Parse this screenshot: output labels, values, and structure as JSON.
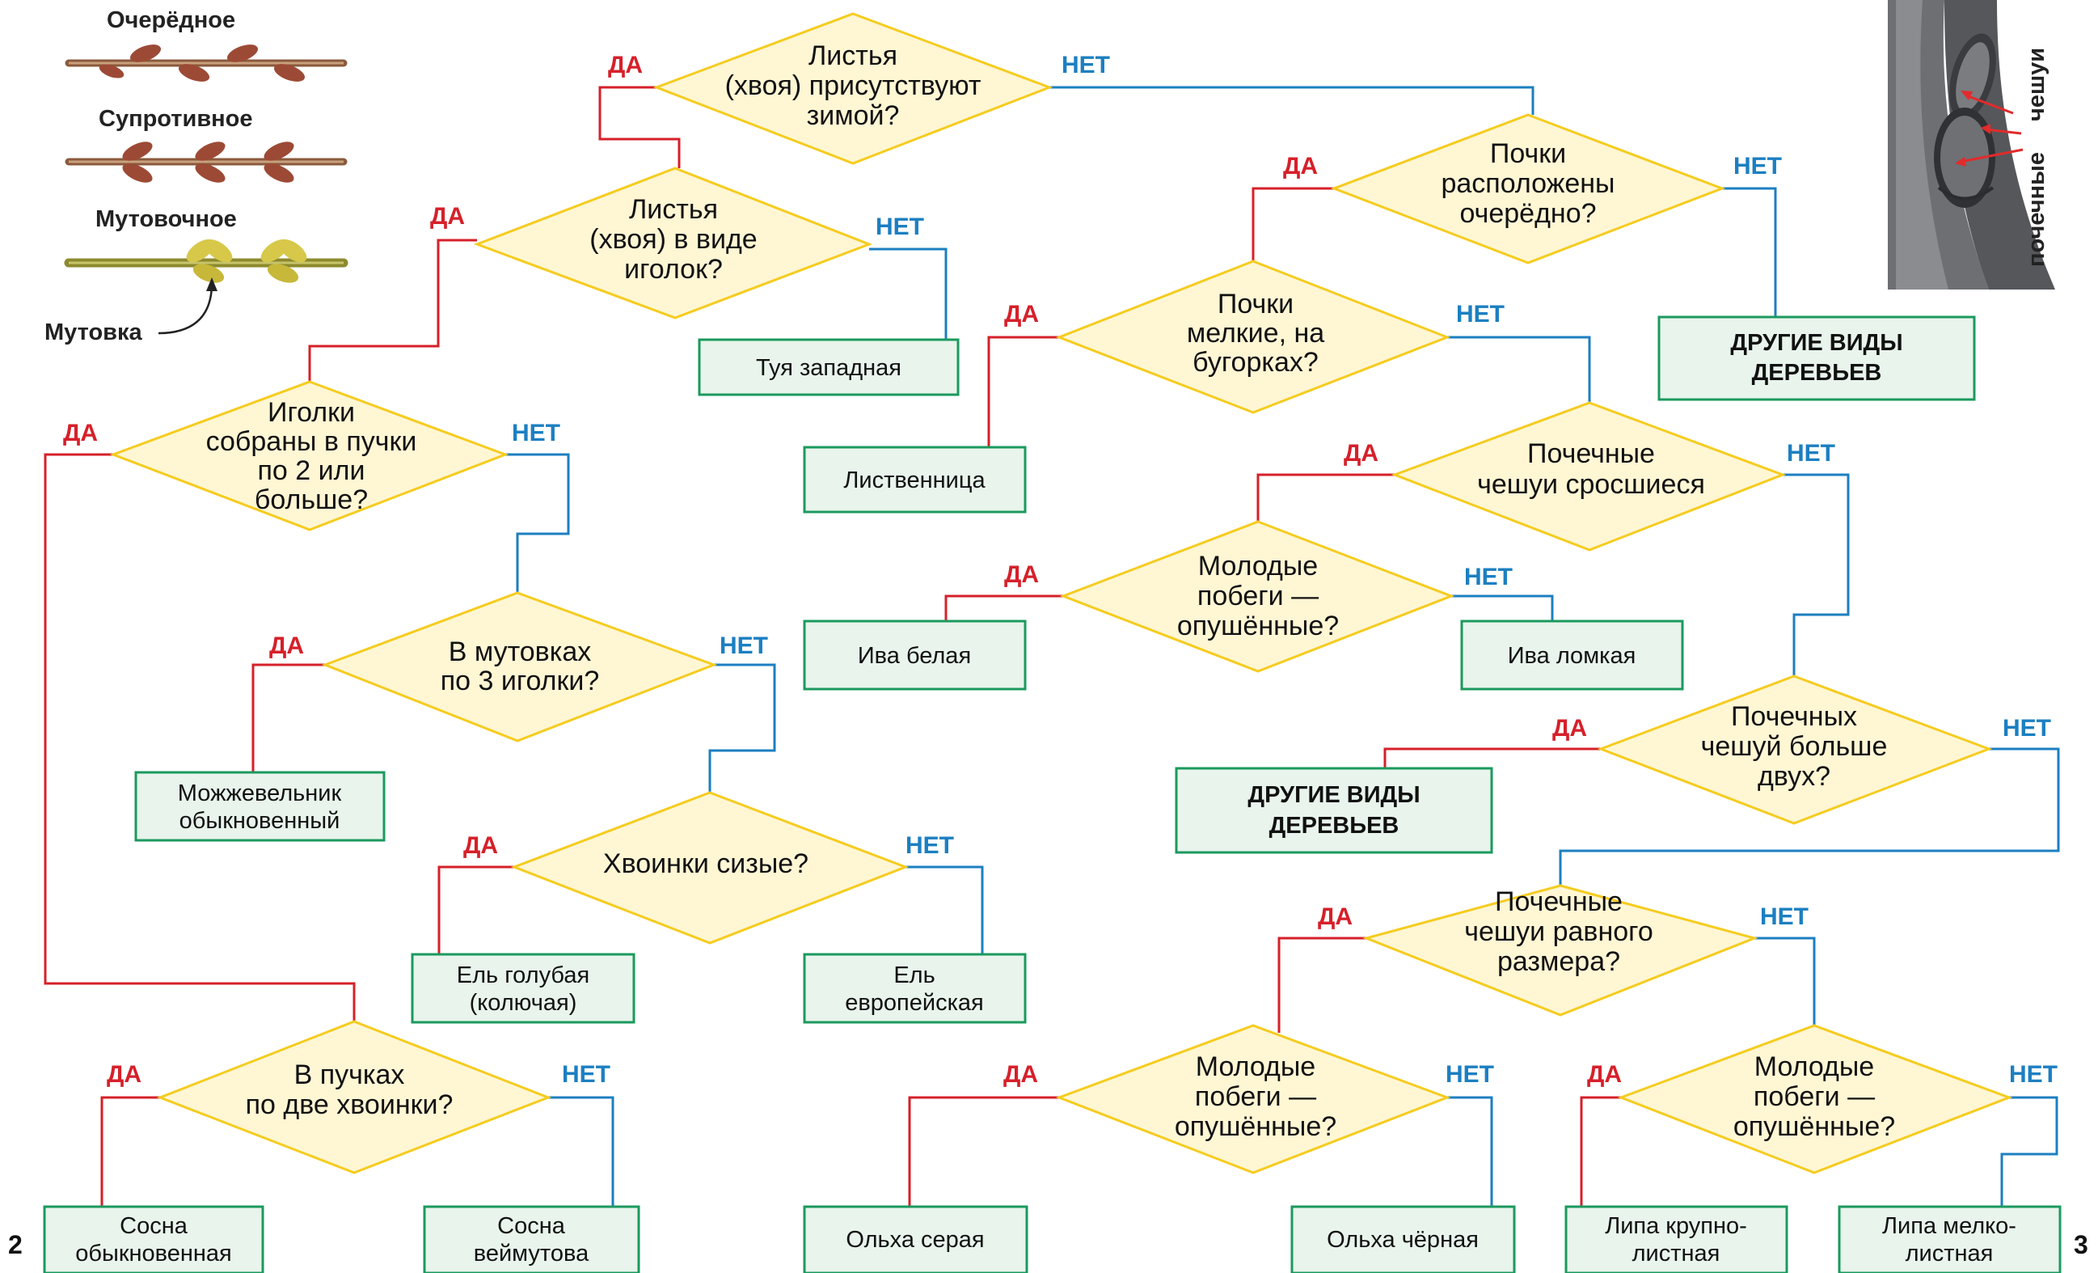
{
  "legend": {
    "alternate": "Очерёдное",
    "opposite": "Супротивное",
    "whorled": "Мутовочное",
    "whorl": "Мутовка"
  },
  "inset": {
    "label_line1": "почечные",
    "label_line2": "чешуи"
  },
  "pages": {
    "left": "2",
    "right": "3"
  },
  "branch_labels": {
    "yes": "ДА",
    "no": "НЕТ"
  },
  "questions": {
    "q1": [
      "Листья",
      "(хвоя) присутствуют",
      "зимой?"
    ],
    "q2": [
      "Листья",
      "(хвоя) в виде",
      "иголок?"
    ],
    "q3": [
      "Иголки",
      "собраны в пучки",
      "по 2 или",
      "больше?"
    ],
    "q4": [
      "В мутовках",
      "по 3 иголки?"
    ],
    "q5": [
      "Хвоинки сизые?"
    ],
    "q6": [
      "В пучках",
      "по две хвоинки?"
    ],
    "q7": [
      "Почки",
      "расположены",
      "очерёдно?"
    ],
    "q8": [
      "Почки",
      "мелкие, на",
      "бугорках?"
    ],
    "q9": [
      "Почечные",
      "чешуи сросшиеся"
    ],
    "q10": [
      "Молодые",
      "побеги —",
      "опушённые?"
    ],
    "q11": [
      "Почечных",
      "чешуй больше",
      "двух?"
    ],
    "q12": [
      "Почечные",
      "чешуи равного",
      "размера?"
    ],
    "q13": [
      "Молодые",
      "побеги —",
      "опушённые?"
    ],
    "q14": [
      "Молодые",
      "побеги —",
      "опушённые?"
    ]
  },
  "answers": {
    "thuja": [
      "Туя западная"
    ],
    "juniper": [
      "Можжевельник",
      "обыкновенный"
    ],
    "blue_spruce": [
      "Ель голубая",
      "(колючая)"
    ],
    "norway_spruce": [
      "Ель",
      "европейская"
    ],
    "scots_pine": [
      "Сосна",
      "обыкновенная"
    ],
    "white_pine": [
      "Сосна",
      "веймутова"
    ],
    "larch": [
      "Лиственница"
    ],
    "other_trees_1": [
      "ДРУГИЕ ВИДЫ",
      "ДЕРЕВЬЕВ"
    ],
    "white_willow": [
      "Ива белая"
    ],
    "crack_willow": [
      "Ива ломкая"
    ],
    "other_trees_2": [
      "ДРУГИЕ ВИДЫ",
      "ДЕРЕВЬЕВ"
    ],
    "grey_alder": [
      "Ольха серая"
    ],
    "black_alder": [
      "Ольха чёрная"
    ],
    "large_linden": [
      "Липа крупно-",
      "листная"
    ],
    "small_linden": [
      "Липа мелко-",
      "листная"
    ]
  }
}
